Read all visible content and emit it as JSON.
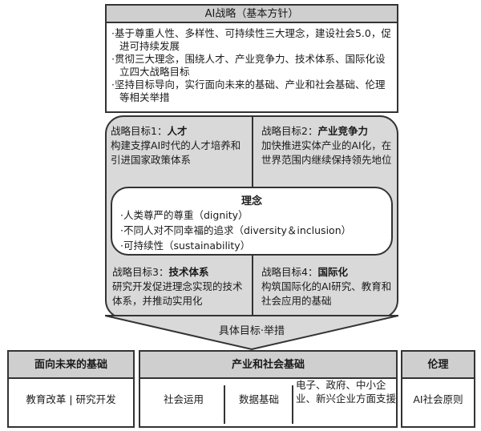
{
  "strategy": {
    "title": "AI战略（基本方针）",
    "points": [
      "·基于尊重人性、多样性、可持续性三大理念，建设社会5.0，促进可持续发展",
      "·贯彻三大理念，围绕人才、产业竞争力、技术体系、国际化设立四大战略目标",
      "·坚持目标导向，实行面向未来的基础、产业和社会基础、伦理等相关举措"
    ]
  },
  "goals": [
    {
      "prefix": "战略目标1：",
      "name": "人才",
      "desc": "构建支撑AI时代的人才培养和引进国家政策体系"
    },
    {
      "prefix": "战略目标2：",
      "name": "产业竞争力",
      "desc": "加快推进实体产业的AI化，在世界范围内继续保持领先地位"
    },
    {
      "prefix": "战略目标3：",
      "name": "技术体系",
      "desc": "研究开发促进理念实现的技术体系，并推动实用化"
    },
    {
      "prefix": "战略目标4：",
      "name": "国际化",
      "desc": "构筑国际化的AI研究、教育和社会应用的基础"
    }
  ],
  "concept": {
    "title": "理念",
    "items": [
      "·人类尊严的尊重（dignity）",
      "·不同人对不同幸福的追求（diversity＆inclusion）",
      "·可持续性（sustainability）"
    ]
  },
  "measures_label": "具体目标·举措",
  "foundations": [
    {
      "title": "面向未来的基础",
      "body": "教育改革 | 研究开发"
    },
    {
      "title": "产业和社会基础",
      "cols": [
        "社会运用",
        "数据基础",
        "电子、政府、中小企业、新兴企业方面支援"
      ]
    },
    {
      "title": "伦理",
      "body": "AI社会原则"
    }
  ],
  "colors": {
    "header_fill": "#cfcfcf",
    "panel_fill": "#d9d9d9",
    "border": "#333333"
  }
}
